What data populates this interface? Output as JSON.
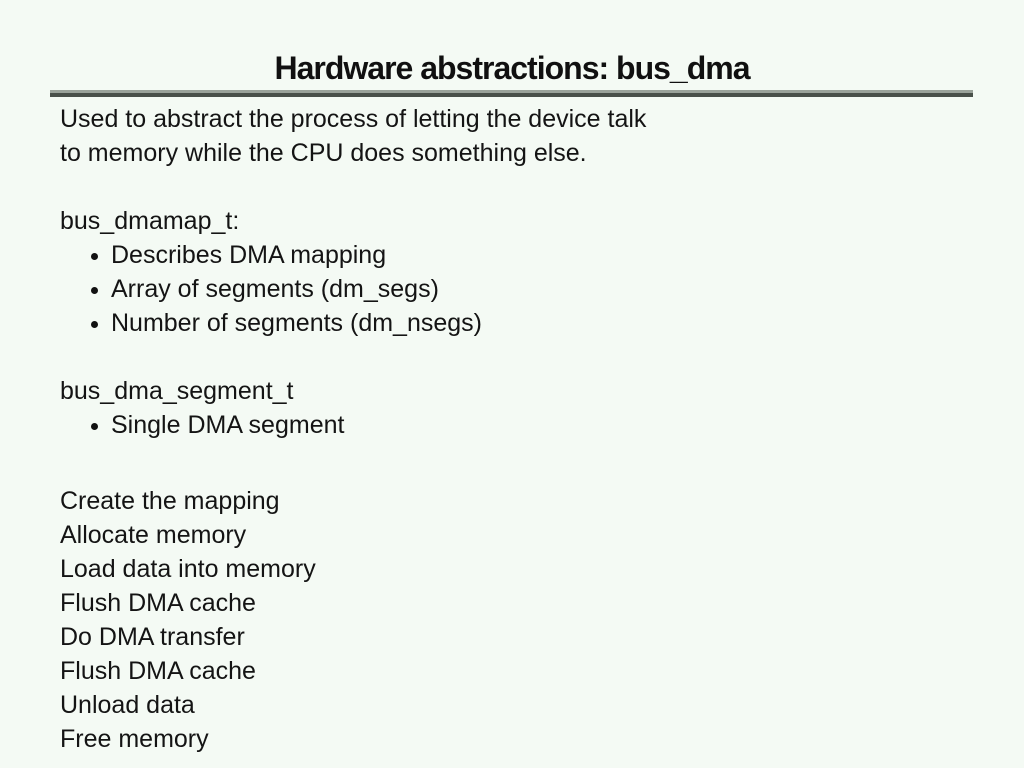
{
  "slide": {
    "title": "Hardware abstractions: bus_dma",
    "intro": {
      "lines": [
        "Used to abstract the process of letting the device talk",
        "to memory while the CPU does something else."
      ]
    },
    "sections": [
      {
        "heading": "bus_dmamap_t:",
        "bullets": [
          "Describes DMA mapping",
          "Array of segments (dm_segs)",
          "Number of segments (dm_nsegs)"
        ]
      },
      {
        "heading": "bus_dma_segment_t",
        "bullets": [
          "Single DMA segment"
        ]
      }
    ],
    "steps": [
      "Create the mapping",
      "Allocate memory",
      "Load data into memory",
      "Flush DMA cache",
      "Do DMA transfer",
      "Flush DMA cache",
      "Unload data",
      "Free memory"
    ],
    "colors": {
      "background": "#f4faf4",
      "text": "#141414",
      "rule_top": "#9aa29a",
      "rule_bottom": "#49504a"
    }
  }
}
